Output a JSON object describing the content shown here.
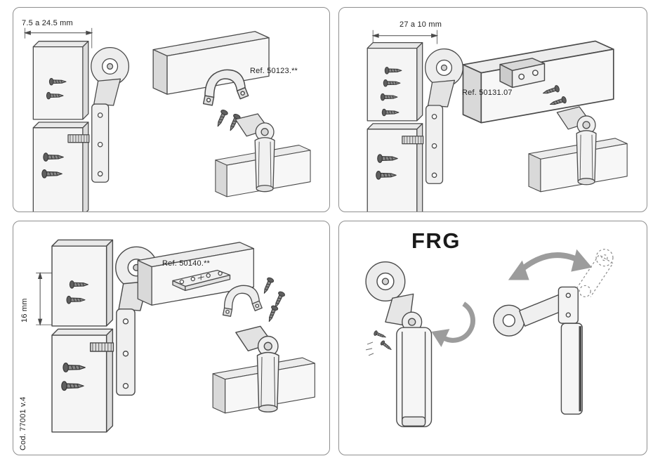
{
  "sheet": {
    "type": "hinge-installation-instructions"
  },
  "panels": {
    "top_left": {
      "dimension_label": "7.5 a 24.5 mm",
      "ref_label": "Ref. 50123.**"
    },
    "top_right": {
      "dimension_label": "27 a 10 mm",
      "ref_label": "Ref. 50131.07"
    },
    "bottom_left": {
      "dimension_label": "16 mm",
      "ref_label": "Ref. 50140.**",
      "code_label": "Cod. 77001 v.4"
    },
    "bottom_right": {
      "title": "FRG"
    }
  },
  "colors": {
    "line": "#4a4a4a",
    "panel_border": "#8f8f8f",
    "fill_light": "#f5f5f5",
    "fill_mid": "#e9e9e9",
    "fill_dark": "#d9d9d9",
    "arrow_gray": "#9c9c9c",
    "text": "#222222"
  }
}
